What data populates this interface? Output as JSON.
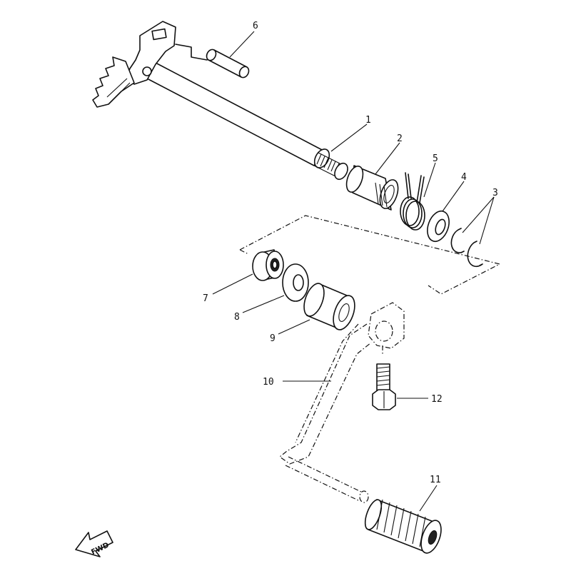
{
  "callouts": {
    "c1": "1",
    "c2": "2",
    "c3": "3",
    "c4": "4",
    "c5": "5",
    "c6": "6",
    "c7": "7",
    "c8": "8",
    "c9": "9",
    "c10": "10",
    "c11": "11",
    "c12": "12"
  },
  "direction_label": "FWD"
}
